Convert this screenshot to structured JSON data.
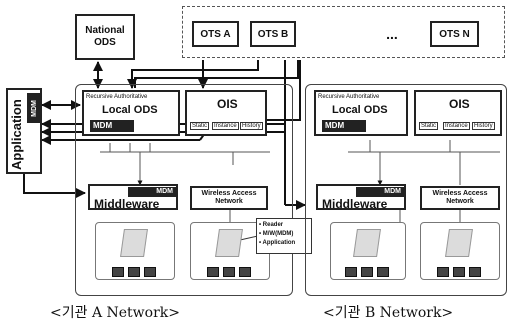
{
  "national_ods": {
    "line1": "National",
    "line2": "ODS"
  },
  "ots": [
    "OTS A",
    "OTS B",
    "...",
    "OTS N"
  ],
  "application": {
    "label": "Application",
    "mdm": "MDM"
  },
  "network_a": {
    "ods_top": "Recursive Authoritative",
    "ods_main": "Local ODS",
    "mdm": "MDM",
    "ois_title": "OIS",
    "ois_sub": [
      "Static",
      "Instance",
      "History"
    ],
    "middleware_mdm": "MDM",
    "middleware": "Middleware",
    "wireless_line1": "Wireless Access",
    "wireless_line2": "Network",
    "reader_callout": [
      "• Reader",
      "• M/W(MDM)",
      "• Application"
    ],
    "caption": "<기관 A Network>"
  },
  "network_b": {
    "ods_top": "Recursive Authoritative",
    "ods_main": "Local ODS",
    "mdm": "MDM",
    "ois_title": "OIS",
    "ois_sub": [
      "Static",
      "Instance",
      "History"
    ],
    "middleware_mdm": "MDM",
    "middleware": "Middleware",
    "wireless_line1": "Wireless Access",
    "wireless_line2": "Network",
    "caption": "<기관 B Network>"
  }
}
